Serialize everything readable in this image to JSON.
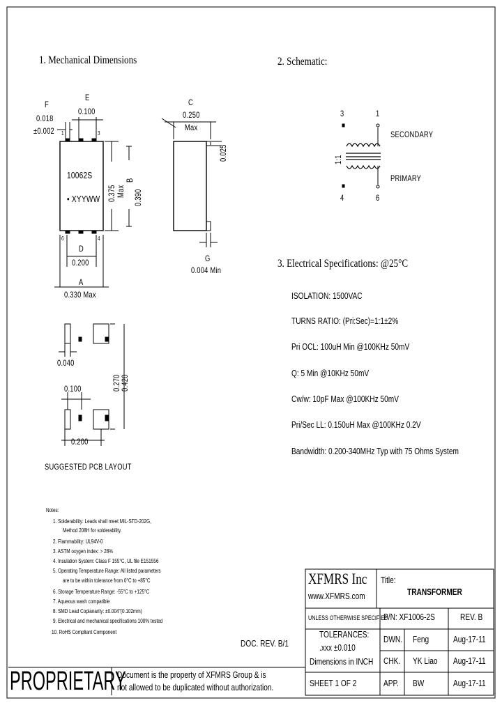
{
  "sections": {
    "mechanical": "1. Mechanical Dimensions",
    "schematic": "2. Schematic:",
    "electrical": "3. Electrical Specifications: @25°C"
  },
  "mech": {
    "e_letter": "E",
    "e_value": "0.100",
    "f_letter": "F",
    "f_value": "0.018",
    "f_tol": "±0.002",
    "pin1": "1",
    "pin3": "3",
    "pin6": "6",
    "pin4": "4",
    "part_marking": "10062S",
    "date_code": "• XYYWW",
    "b_dim": "0.375\nMax",
    "b_letter": "B",
    "b_value": "0.390",
    "c_letter": "C",
    "c_value": "0.250",
    "c_max": "Max",
    "side_025": "0.025",
    "d_letter": "D",
    "d_value": "0.200",
    "a_letter": "A",
    "a_value": "0.330  Max",
    "g_letter": "G",
    "g_value": "0.004 Min"
  },
  "pcb": {
    "dim_040": "0.040",
    "dim_270": "0.270",
    "dim_420": "0.420",
    "dim_100": "0.100",
    "dim_200": "0.200",
    "caption": "SUGGESTED PCB LAYOUT"
  },
  "schem": {
    "p3": "3",
    "p1": "1",
    "p4": "4",
    "p6": "6",
    "ratio": "1:1",
    "secondary": "SECONDARY",
    "primary": "PRIMARY"
  },
  "specs": [
    "ISOLATION: 1500VAC",
    "TURNS RATIO: (Pri:Sec)=1:1±2%",
    "Pri OCL: 100uH Min @100KHz 50mV",
    "Q: 5 Min @10KHz 50mV",
    "Cw/w: 10pF Max @100KHz 50mV",
    "Pri/Sec LL: 0.150uH Max @100KHz 0.2V",
    "Bandwidth: 0.200-340MHz Typ with 75 Ohms System"
  ],
  "notes": {
    "title": "Notes:",
    "items": [
      "1. Solderability: Leads shall meet MIL-STD-202G,",
      "Method 208H for solderability.",
      "2. Flammability: UL94V-0",
      "3. ASTM oxygen index: > 28%",
      "4. Insulation System: Class F 155°C, UL file E151556",
      "5. Operating Temperature Range: All listed parameters",
      "are to be within tolerance from 0°C to +85°C",
      "6. Storage Temperature Range: -55°C to +125°C",
      "7. Aqueous wash compatible",
      "8. SMD Lead Coplanarity: ±0.004\"(0.102mm)",
      "9. Electrical and mechanical specifications 100% tested",
      "10. RoHS Compliant Component"
    ]
  },
  "doc_rev": "DOC. REV. B/1",
  "title_block": {
    "company": "XFMRS Inc",
    "website": "www.XFMRS.com",
    "title_label": "Title:",
    "title_value": "TRANSFORMER",
    "unless": "UNLESS OTHERWISE SPECIFIED",
    "pn": "P/N: XF1006-2S",
    "rev": "REV. B",
    "tolerances": "TOLERANCES:",
    "tol_value": ".xxx ±0.010",
    "dims": "Dimensions in INCH",
    "dwn_label": "DWN.",
    "dwn_name": "Feng",
    "dwn_date": "Aug-17-11",
    "chk_label": "CHK.",
    "chk_name": "YK Liao",
    "chk_date": "Aug-17-11",
    "sheet": "SHEET  1  OF  2",
    "app_label": "APP.",
    "app_name": "BW",
    "app_date": "Aug-17-11"
  },
  "proprietary": {
    "word": "PROPRIETARY",
    "line1": "Document is the property of XFMRS Group & is",
    "line2": "not allowed to be duplicated without authorization."
  }
}
